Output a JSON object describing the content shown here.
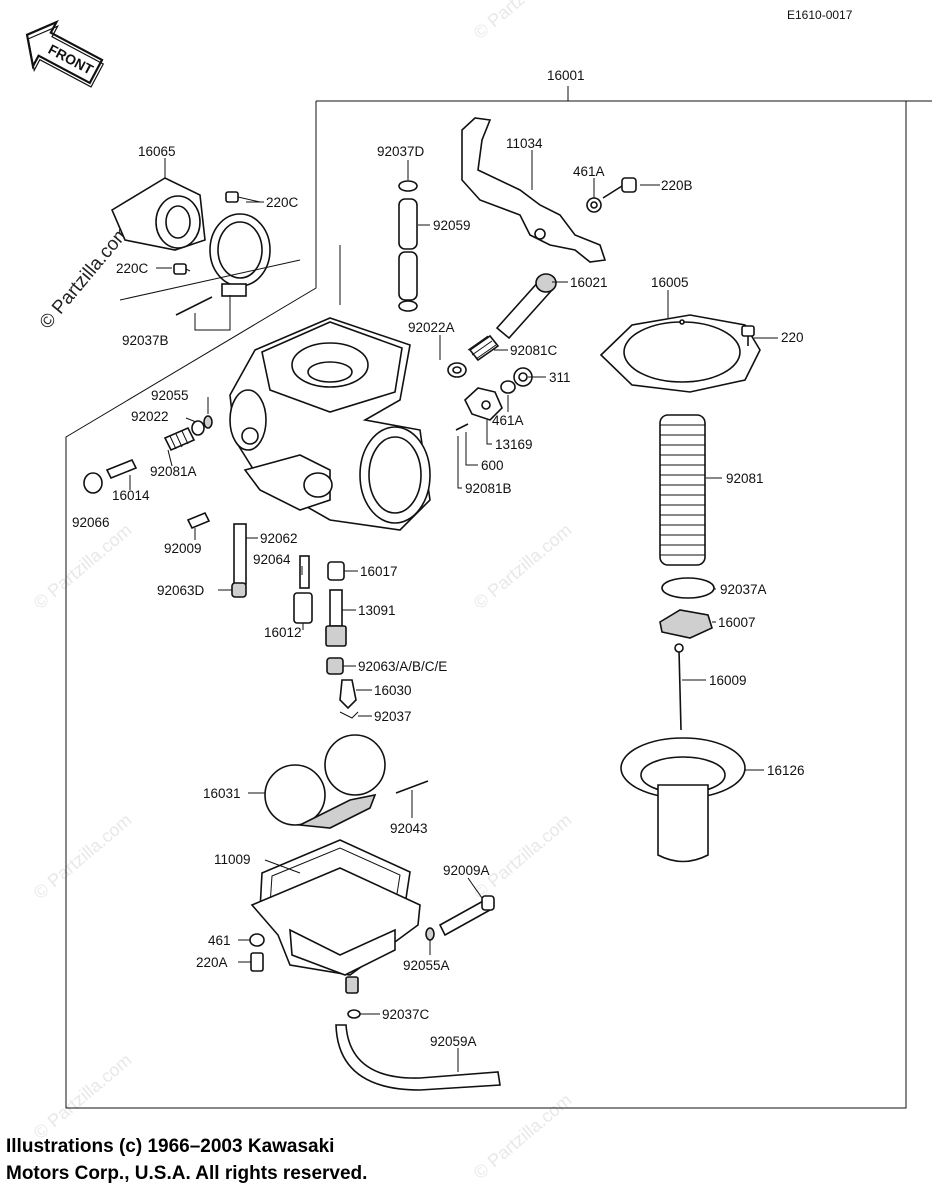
{
  "doc_code": "E1610-0017",
  "front_badge": "FRONT",
  "watermark": "© Partzilla.com",
  "copyright": {
    "line1": "Illustrations (c) 1966–2003 Kawasaki",
    "line2": "Motors Corp., U.S.A.  All rights reserved."
  },
  "labels": {
    "p16001": "16001",
    "p16065": "16065",
    "p92037D": "92037D",
    "p11034": "11034",
    "p461A_top": "461A",
    "p220B": "220B",
    "p220C_top": "220C",
    "p92059": "92059",
    "p220C_bot": "220C",
    "p16021": "16021",
    "p16005": "16005",
    "p92037B": "92037B",
    "p92022A": "92022A",
    "p92081C": "92081C",
    "p220": "220",
    "p311": "311",
    "p92055": "92055",
    "p92022": "92022",
    "p461A_mid": "461A",
    "p13169": "13169",
    "p92081A": "92081A",
    "p600": "600",
    "p92081": "92081",
    "p16014": "16014",
    "p92066": "92066",
    "p92081B": "92081B",
    "p92009": "92009",
    "p92062": "92062",
    "p92064": "92064",
    "p16017": "16017",
    "p92037A": "92037A",
    "p92063D": "92063D",
    "p13091": "13091",
    "p16007": "16007",
    "p16012": "16012",
    "p92063ABCE": "92063/A/B/C/E",
    "p16009": "16009",
    "p16030": "16030",
    "p92037": "92037",
    "p16126": "16126",
    "p16031": "16031",
    "p92043": "92043",
    "p11009": "11009",
    "p92009A": "92009A",
    "p461": "461",
    "p220A": "220A",
    "p92055A": "92055A",
    "p92037C": "92037C",
    "p92059A": "92059A"
  }
}
